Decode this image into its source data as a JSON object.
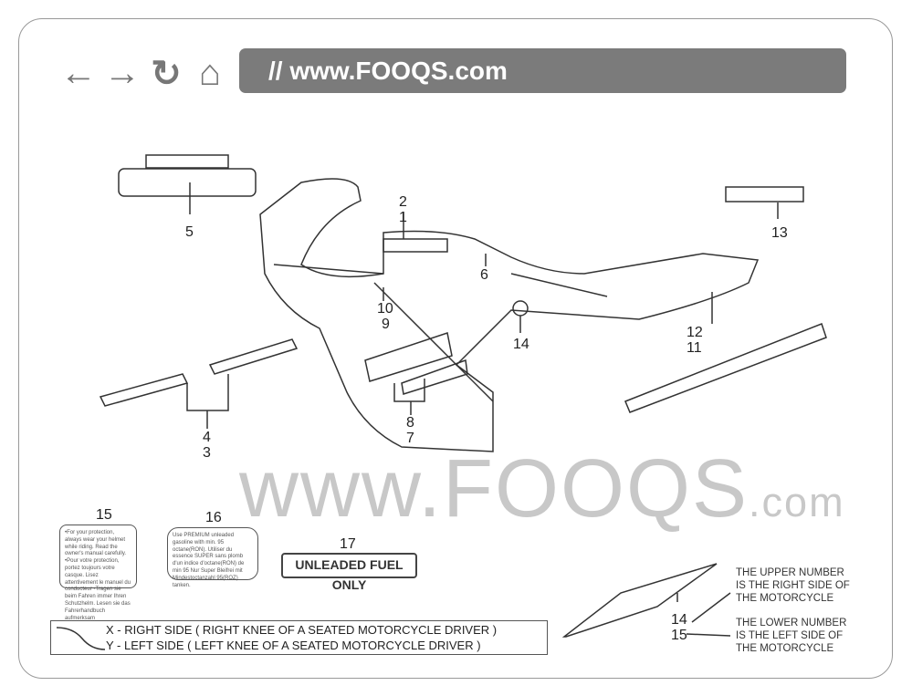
{
  "browser": {
    "back_icon": "arrow-left-icon",
    "forward_icon": "arrow-right-icon",
    "reload_icon": "reload-icon",
    "home_icon": "home-icon",
    "url": "// www.FOOQS.com"
  },
  "watermark": {
    "text": "www.FOOQS",
    "suffix": ".com"
  },
  "callouts": [
    "5",
    "2",
    "1",
    "6",
    "13",
    "10",
    "9",
    "14",
    "12",
    "11",
    "4",
    "3",
    "8",
    "7"
  ],
  "labels": {
    "n15": "15",
    "n16": "16",
    "n17": "17",
    "label15_text": "•For your protection, always wear your helmet while riding. Read the owner's manual carefully. •Pour votre protection, portez toujours votre casque. Lisez attentivement le manuel du conducteur •Tragen sie beim Fahren immer Ihren Schutzhelm. Lesen sie das Fahrerhandbuch aufmerksam",
    "label16_text": "Use PREMIUM unleaded gasoline with min. 95 octane(RON). Utiliser du essence SUPER sans plomb d'un indice d'octane(RON) de min 95 Nur Super Bleifrei mit Mindestoctanzahl 95(ROZ) tanken.",
    "label17_text": "UNLEADED FUEL ONLY"
  },
  "legend": {
    "x": "X    - RIGHT SIDE    ( RIGHT KNEE OF A SEATED MOTORCYCLE DRIVER )",
    "y": "Y    - LEFT SIDE      ( LEFT KNEE OF A SEATED MOTORCYCLE DRIVER )"
  },
  "side_note": {
    "n14": "14",
    "n15": "15",
    "upper": [
      "THE UPPER NUMBER",
      "IS THE RIGHT SIDE OF",
      "THE MOTORCYCLE"
    ],
    "lower": [
      "THE LOWER NUMBER",
      "IS THE LEFT SIDE OF",
      "THE MOTORCYCLE"
    ]
  }
}
